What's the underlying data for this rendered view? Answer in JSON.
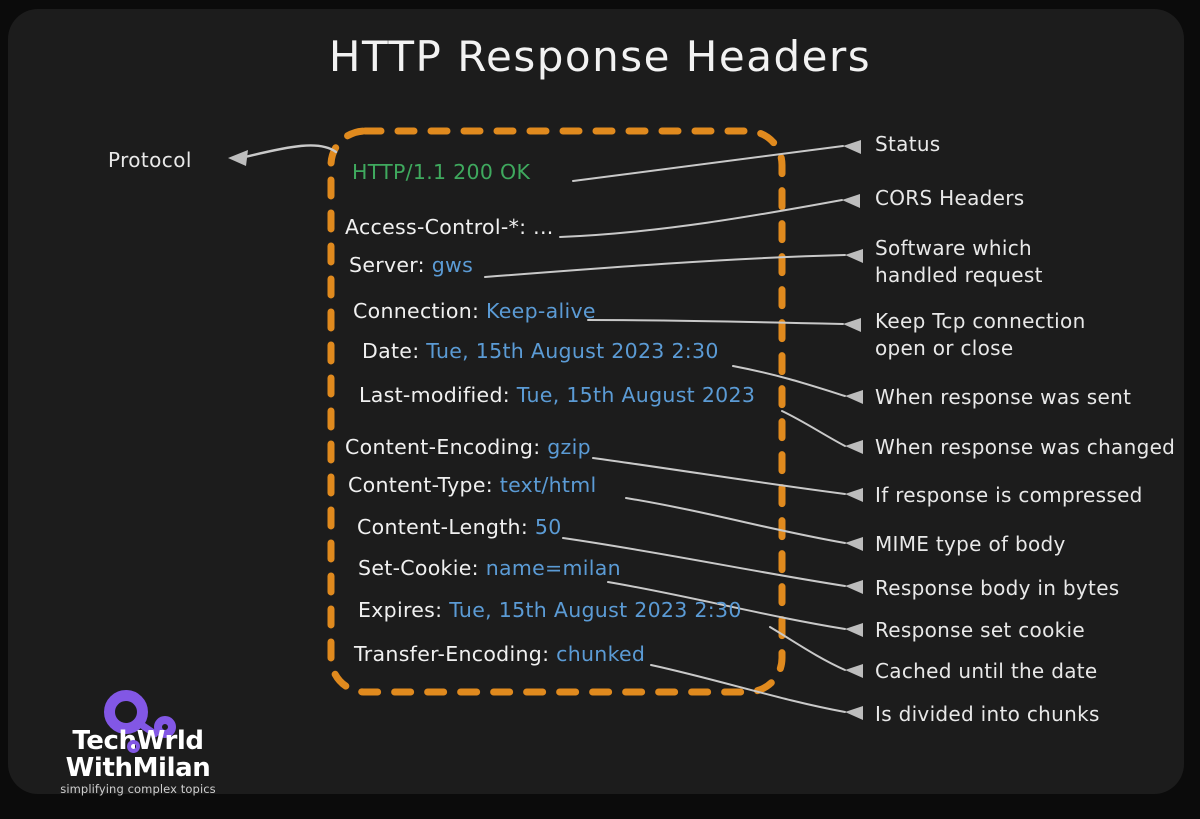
{
  "page": {
    "title": "HTTP Response Headers",
    "background_color": "#0b0b0b",
    "card_color": "#1c1c1c",
    "box_border_color": "#e08a1e",
    "status_color": "#3fa95e",
    "value_color": "#5b9bd5",
    "key_color": "#f0f0f0",
    "annotation_color": "#e8e8e8",
    "connector_color": "#c9c9c9",
    "logo_color": "#8257e5"
  },
  "protocol_label": "Protocol",
  "headers": [
    {
      "key": "HTTP/1.1 200 OK",
      "value": "",
      "kind": "status"
    },
    {
      "key": "Access-Control-*: ...",
      "value": "",
      "kind": "plain"
    },
    {
      "key": "Server:",
      "value": "gws",
      "kind": "pair"
    },
    {
      "key": "Connection:",
      "value": "Keep-alive",
      "kind": "pair"
    },
    {
      "key": "Date:",
      "value": "Tue, 15th August 2023 2:30",
      "kind": "pair"
    },
    {
      "key": "Last-modified:",
      "value": "Tue, 15th August 2023",
      "kind": "pair"
    },
    {
      "key": "Content-Encoding:",
      "value": "gzip",
      "kind": "pair"
    },
    {
      "key": "Content-Type:",
      "value": "text/html",
      "kind": "pair"
    },
    {
      "key": "Content-Length:",
      "value": "50",
      "kind": "pair"
    },
    {
      "key": "Set-Cookie:",
      "value": "name=milan",
      "kind": "pair"
    },
    {
      "key": "Expires:",
      "value": "Tue, 15th August 2023 2:30",
      "kind": "pair"
    },
    {
      "key": "Transfer-Encoding:",
      "value": "chunked",
      "kind": "pair"
    }
  ],
  "annotations": [
    {
      "line1": "Status",
      "line2": ""
    },
    {
      "line1": "CORS Headers",
      "line2": ""
    },
    {
      "line1": "Software which",
      "line2": "handled request"
    },
    {
      "line1": "Keep Tcp connection",
      "line2": "open or close"
    },
    {
      "line1": "When response was sent",
      "line2": ""
    },
    {
      "line1": "When response was changed",
      "line2": ""
    },
    {
      "line1": "If response is compressed",
      "line2": ""
    },
    {
      "line1": "MIME type of body",
      "line2": ""
    },
    {
      "line1": "Response body in bytes",
      "line2": ""
    },
    {
      "line1": "Response set cookie",
      "line2": ""
    },
    {
      "line1": "Cached until the date",
      "line2": ""
    },
    {
      "line1": "Is divided into chunks",
      "line2": ""
    }
  ],
  "logo": {
    "line1": "TechW",
    "line1b": "rld",
    "line2": "WithMilan",
    "tagline": "simplifying complex topics"
  }
}
